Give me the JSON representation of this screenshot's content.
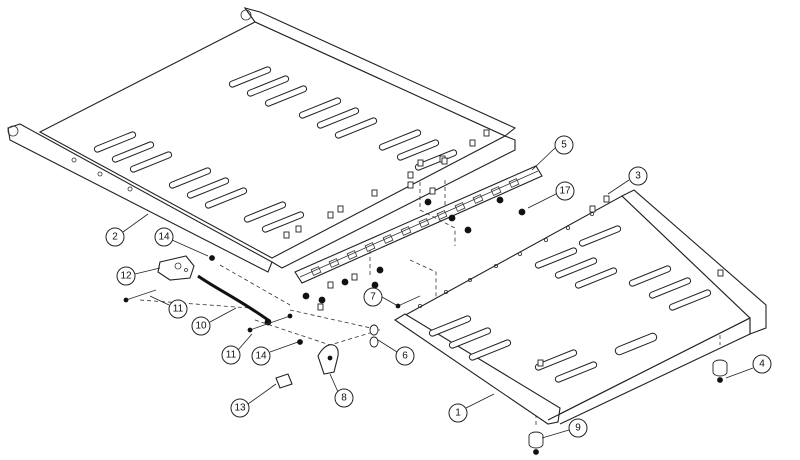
{
  "callouts": [
    {
      "label": "1"
    },
    {
      "label": "2"
    },
    {
      "label": "3"
    },
    {
      "label": "4"
    },
    {
      "label": "5"
    },
    {
      "label": "6"
    },
    {
      "label": "7"
    },
    {
      "label": "8"
    },
    {
      "label": "9"
    },
    {
      "label": "10"
    },
    {
      "label": "11"
    },
    {
      "label": "11"
    },
    {
      "label": "12"
    },
    {
      "label": "13"
    },
    {
      "label": "14"
    },
    {
      "label": "14"
    },
    {
      "label": "17"
    }
  ]
}
